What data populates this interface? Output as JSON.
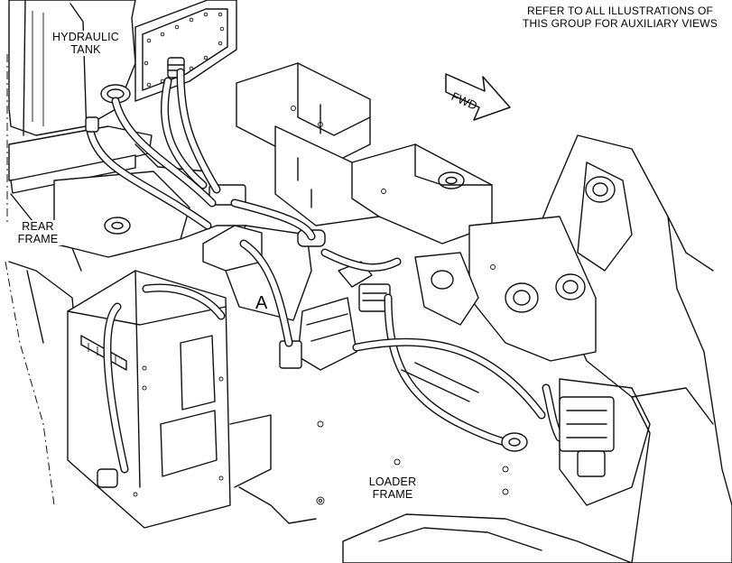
{
  "labels": {
    "hydraulic_tank": [
      "HYDRAULIC",
      "TANK"
    ],
    "rear_frame": [
      "REAR",
      "FRAME"
    ],
    "loader_frame": [
      "LOADER",
      "FRAME"
    ],
    "view_marker": "A",
    "fwd": "FWD",
    "note": [
      "REFER TO ALL ILLUSTRATIONS OF",
      "THIS GROUP FOR AUXILIARY VIEWS"
    ]
  },
  "colors": {
    "ink": "#111111",
    "paper": "#ffffff"
  }
}
